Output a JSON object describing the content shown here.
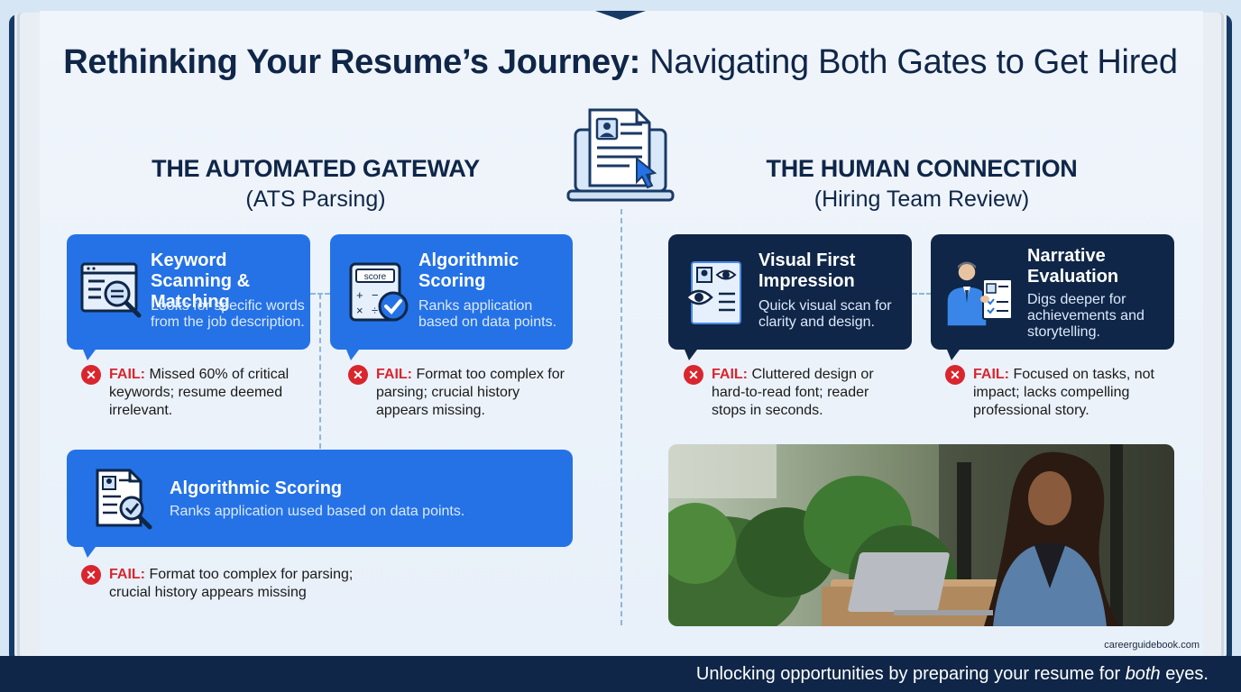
{
  "title": {
    "bold": "Rethinking Your Resume’s Journey:",
    "rest": "Navigating Both Gates to Get Hired"
  },
  "left_section": {
    "heading": "THE AUTOMATED GATEWAY",
    "subheading": "(ATS Parsing)"
  },
  "right_section": {
    "heading": "THE HUMAN CONNECTION",
    "subheading": "(Hiring Team Review)"
  },
  "cards": {
    "keyword": {
      "title": "Keyword Scanning & Matching",
      "desc": "Looks for specific words from the job description.",
      "icon": "magnifier-document-icon",
      "fail_label": "FAIL:",
      "fail_text": "Missed 60% of critical keywords; resume deemed irrelevant."
    },
    "scoring": {
      "title": "Algorithmic Scoring",
      "desc": "Ranks application based on data points.",
      "icon": "score-calculator-icon",
      "icon_text": "score",
      "fail_label": "FAIL:",
      "fail_text": "Format too complex for parsing; crucial history appears missing."
    },
    "scoring_wide": {
      "title": "Algorithmic Scoring",
      "desc": "Ranks application ɯsed based on data points.",
      "icon": "resume-check-icon",
      "fail_label": "FAIL:",
      "fail_text": "Format too complex for parsing; crucial history appears missing"
    },
    "visual": {
      "title": "Visual First Impression",
      "desc": "Quick visual scan for clarity and design.",
      "icon": "eye-document-icon",
      "fail_label": "FAIL:",
      "fail_text": "Cluttered design or hard-to-read font; reader stops in seconds."
    },
    "narrative": {
      "title": "Narrative Evaluation",
      "desc": "Digs deeper for achievements and storytelling.",
      "icon": "reviewer-person-icon",
      "fail_label": "FAIL:",
      "fail_text": "Focused on tasks, not impact; lacks compelling professional story."
    }
  },
  "center_icon": "laptop-resume-cursor-icon",
  "photo": "woman-on-laptop-photo",
  "credit": "careerguidebook.com",
  "footer": {
    "pre": "Unlocking opportunities by preparing your resume for",
    "em": "both",
    "post": "eyes."
  },
  "colors": {
    "navy": "#0f2648",
    "blue": "#2472e6",
    "fail_red": "#d9262e",
    "page": "#eef3fa"
  }
}
